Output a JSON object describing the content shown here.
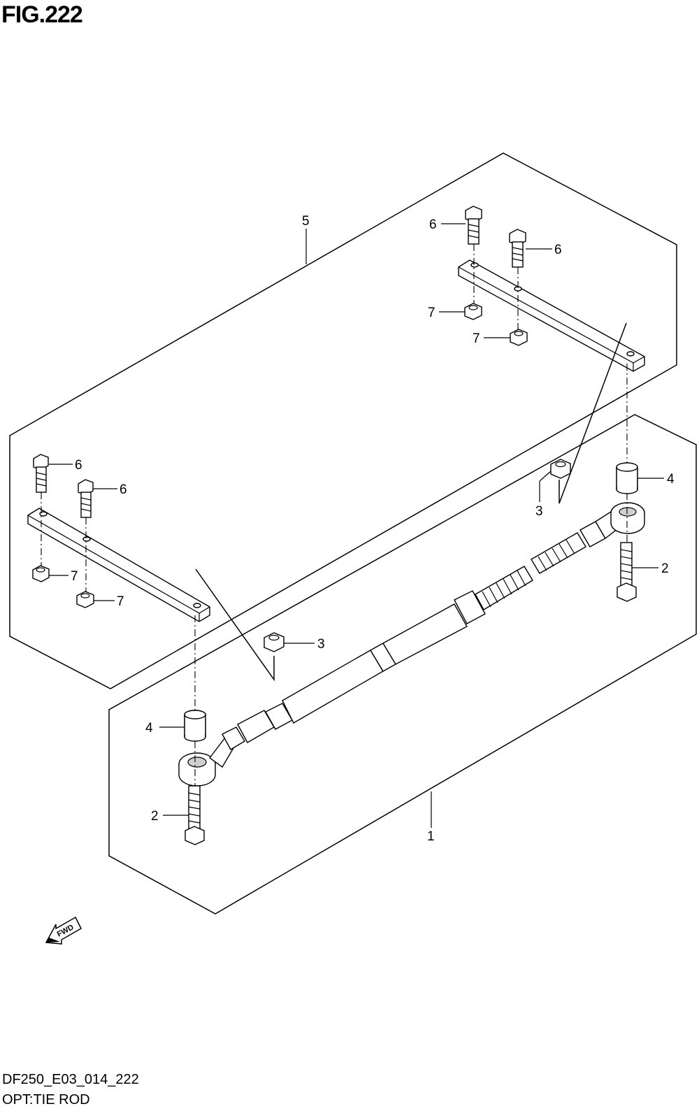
{
  "figure": {
    "title": "FIG.222"
  },
  "footer": {
    "code": "DF250_E03_014_222",
    "caption": "OPT:TIE ROD"
  },
  "arrow": {
    "label": "FWD"
  },
  "callouts": [
    {
      "id": "c5",
      "label": "5"
    },
    {
      "id": "c6a",
      "label": "6"
    },
    {
      "id": "c6b",
      "label": "6"
    },
    {
      "id": "c7a",
      "label": "7"
    },
    {
      "id": "c7b",
      "label": "7"
    },
    {
      "id": "c6c",
      "label": "6"
    },
    {
      "id": "c6d",
      "label": "6"
    },
    {
      "id": "c7c",
      "label": "7"
    },
    {
      "id": "c7d",
      "label": "7"
    },
    {
      "id": "c4a",
      "label": "4"
    },
    {
      "id": "c3a",
      "label": "3"
    },
    {
      "id": "c2a",
      "label": "2"
    },
    {
      "id": "c3b",
      "label": "3"
    },
    {
      "id": "c4b",
      "label": "4"
    },
    {
      "id": "c2b",
      "label": "2"
    },
    {
      "id": "c1",
      "label": "1"
    }
  ]
}
